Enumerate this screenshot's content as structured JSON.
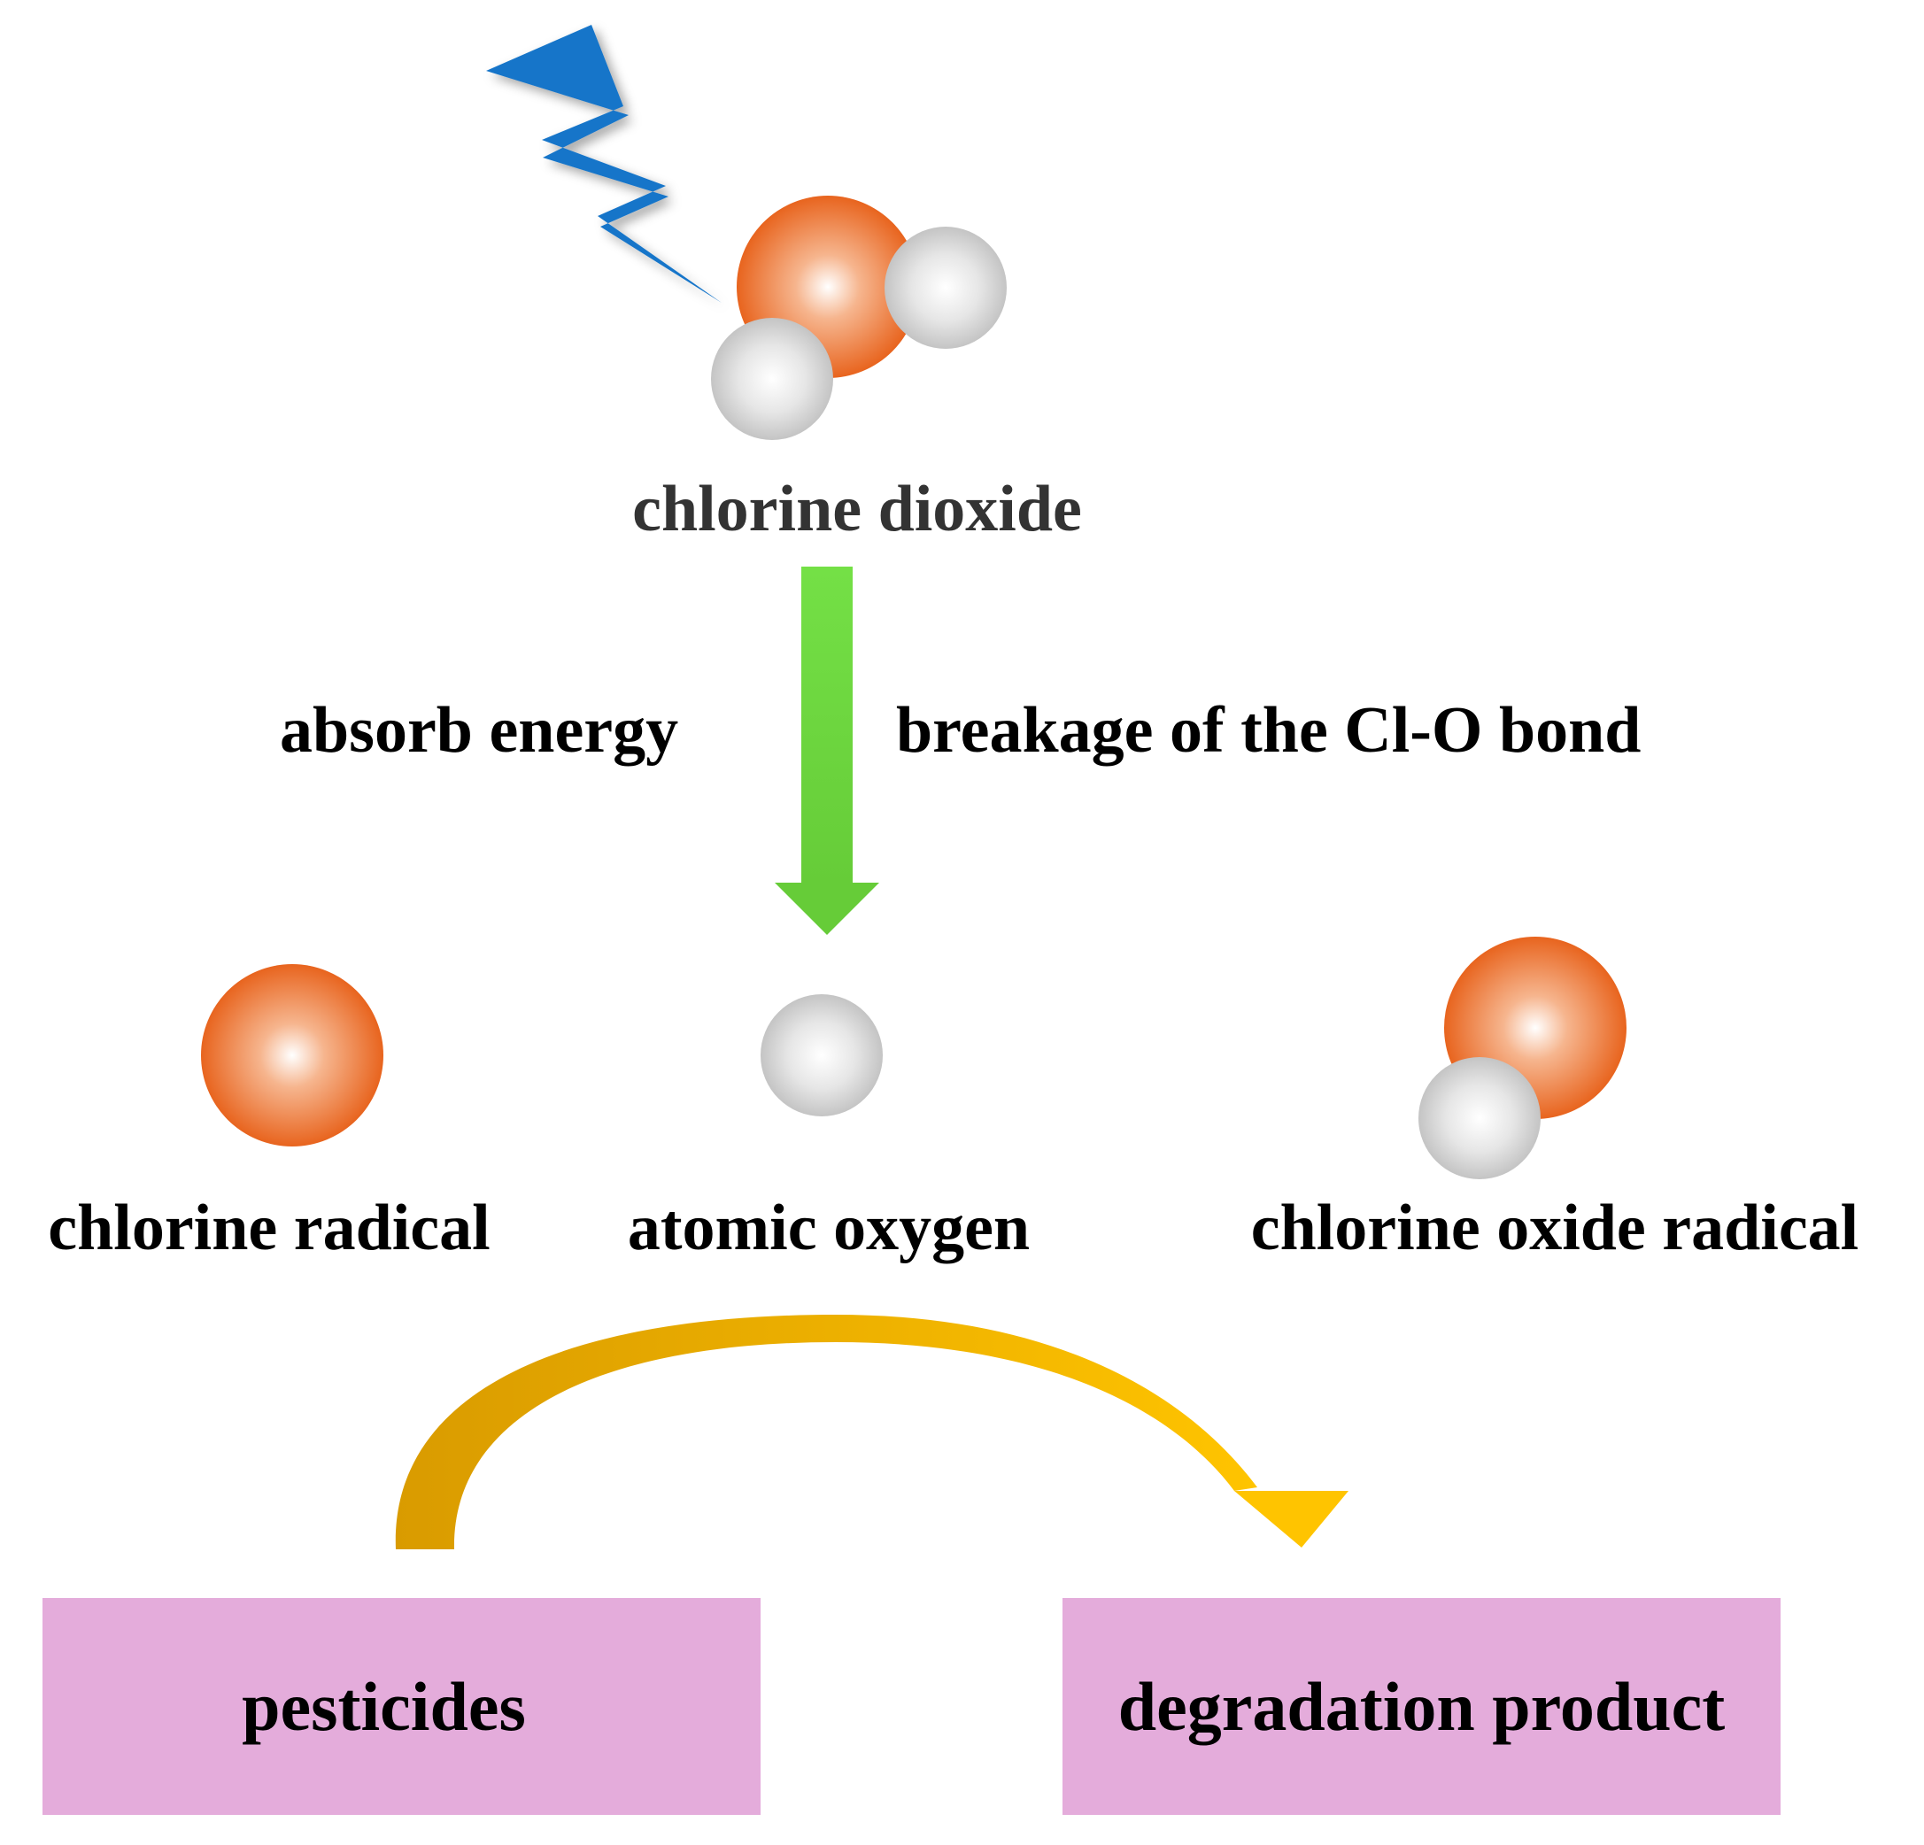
{
  "labels": {
    "molecule": "chlorine dioxide",
    "absorb": "absorb energy",
    "breakage": "breakage of the Cl-O bond",
    "chlorine_radical": "chlorine radical",
    "atomic_oxygen": "atomic oxygen",
    "chlorine_oxide_radical": "chlorine oxide radical"
  },
  "boxes": {
    "source": "pesticides",
    "product": "degradation product"
  },
  "icons": {
    "energy": "lightning-bolt-icon",
    "chlorine_atom": "orange-sphere",
    "oxygen_atom": "grey-sphere"
  },
  "colors": {
    "chlorine": "#e8641e",
    "oxygen": "#c8c8c8",
    "lightning": "#1775c9",
    "process_arrow": "#6fd63f",
    "reaction_arrow_start": "#d99b00",
    "reaction_arrow_end": "#ffc400",
    "box_fill": "#e4acdb",
    "text": "#000000",
    "title_text": "#333333"
  }
}
